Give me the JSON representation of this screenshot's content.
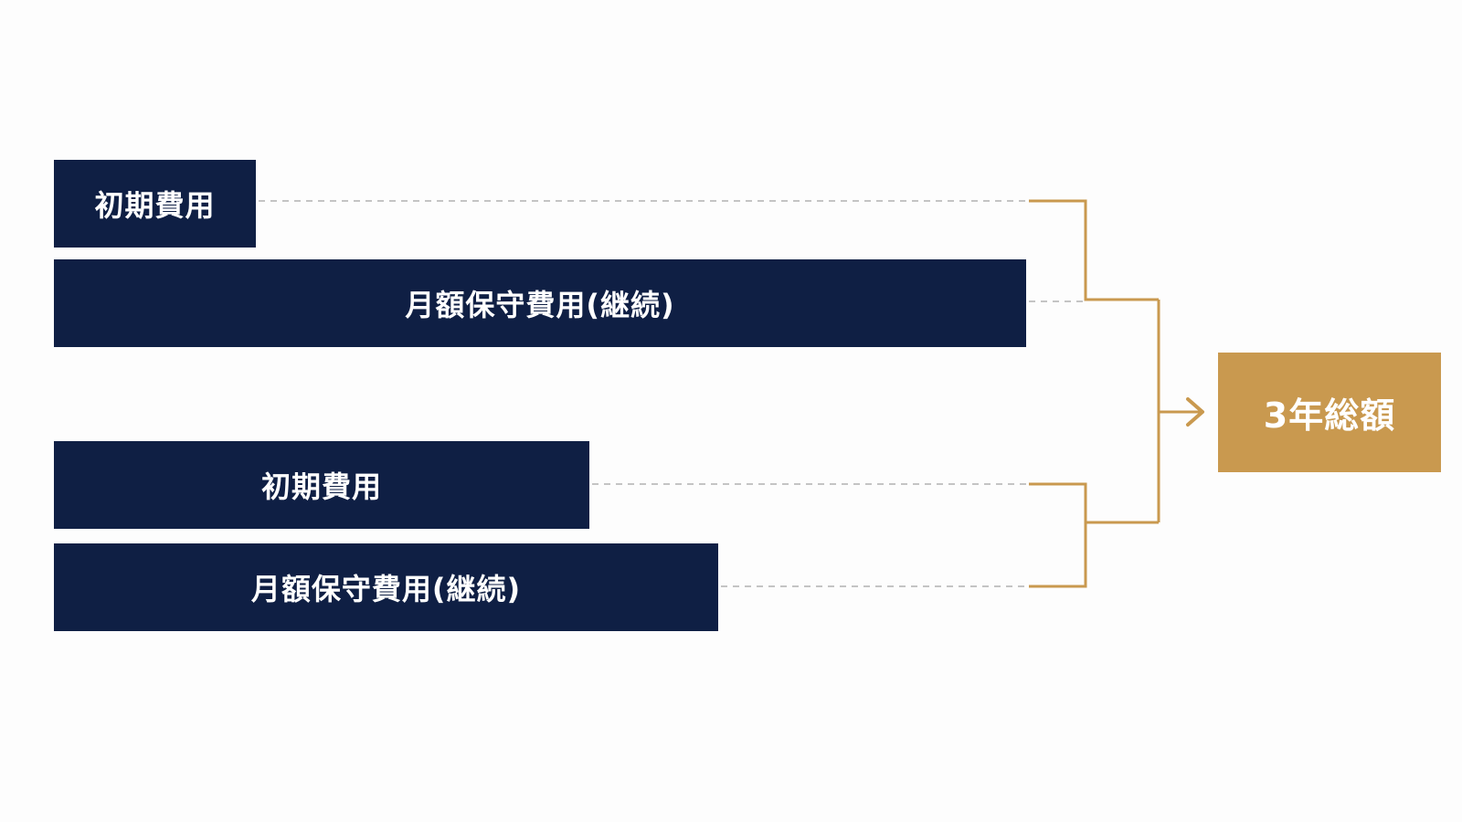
{
  "colors": {
    "bar_fill": "#0f1f44",
    "accent_gold": "#c9994f",
    "dash_gray": "#c4c4c4",
    "background": "#fdfdfd"
  },
  "diagram": {
    "group_a": {
      "initial_cost_label": "初期費用",
      "monthly_maintenance_label": "月額保守費用(継続)"
    },
    "group_b": {
      "initial_cost_label": "初期費用",
      "monthly_maintenance_label": "月額保守費用(継続)"
    },
    "result": {
      "label": "3年総額",
      "icon": "arrow-right-icon"
    }
  }
}
